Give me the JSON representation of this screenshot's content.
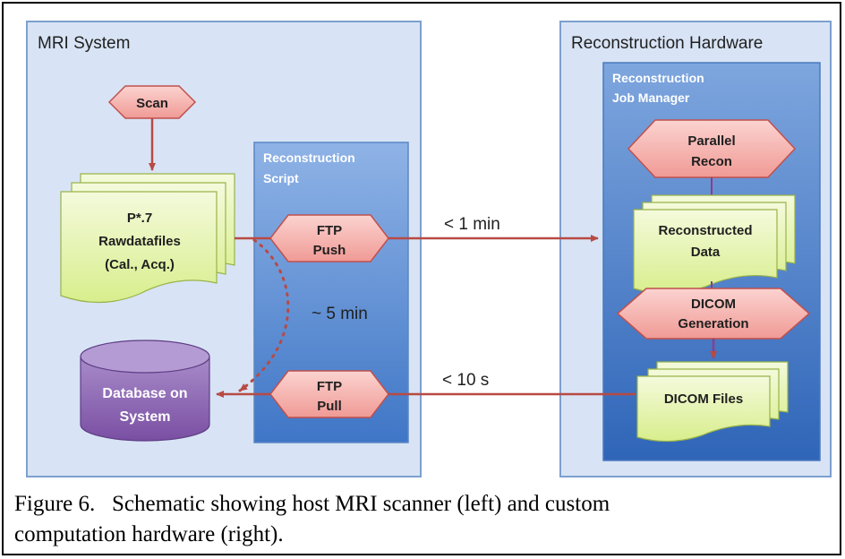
{
  "mri_system": {
    "title": "MRI System",
    "scan_label": "Scan",
    "raw_files": {
      "line1": "P*.7",
      "line2": "Rawdatafiles",
      "line3": "(Cal., Acq.)"
    },
    "database": {
      "line1": "Database on",
      "line2": "System"
    }
  },
  "recon_script": {
    "title_line1": "Reconstruction",
    "title_line2": "Script",
    "ftp_push": {
      "line1": "FTP",
      "line2": "Push"
    },
    "ftp_pull": {
      "line1": "FTP",
      "line2": "Pull"
    }
  },
  "recon_hardware": {
    "title": "Reconstruction  Hardware",
    "job_manager": {
      "line1": "Reconstruction",
      "line2": "Job Manager"
    },
    "parallel_recon": {
      "line1": "Parallel",
      "line2": "Recon"
    },
    "reconstructed_data": {
      "line1": "Reconstructed",
      "line2": "Data"
    },
    "dicom_generation": {
      "line1": "DICOM",
      "line2": "Generation"
    },
    "dicom_files": "DICOM Files"
  },
  "timings": {
    "push": "< 1 min",
    "pull": "< 10 s",
    "archive": "~ 5 min"
  },
  "caption": {
    "line1": "Figure 6.   Schematic showing host MRI scanner (left) and custom",
    "line2": "computation hardware (right)."
  },
  "colors": {
    "panel_fill": "#d8e4f5",
    "panel_border": "#7da0cf",
    "script_fill": "#5b8fd3",
    "hexagon_fill": "#f4a7a3",
    "hexagon_border": "#c0504d",
    "document_fill": "#e9f5bf",
    "database_fill": "#8d66b0",
    "arrow": "#b84a44"
  }
}
